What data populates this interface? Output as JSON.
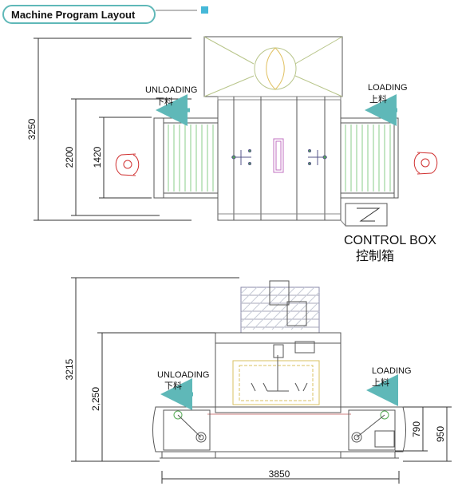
{
  "title": "Machine Program Layout",
  "accent_color": "#5fb8b8",
  "top_view": {
    "unloading_en": "UNLOADING",
    "unloading_zh": "下料",
    "loading_en": "LOADING",
    "loading_zh": "上料",
    "control_box_en": "CONTROL BOX",
    "control_box_zh": "控制箱",
    "dim_overall": "3250",
    "dim_middle": "2200",
    "dim_inner": "1420"
  },
  "side_view": {
    "unloading_en": "UNLOADING",
    "unloading_zh": "下料",
    "loading_en": "LOADING",
    "loading_zh": "上料",
    "dim_height": "3215",
    "dim_mid_height": "2,250",
    "dim_conveyor": "790",
    "dim_side": "950",
    "dim_width": "3850"
  }
}
